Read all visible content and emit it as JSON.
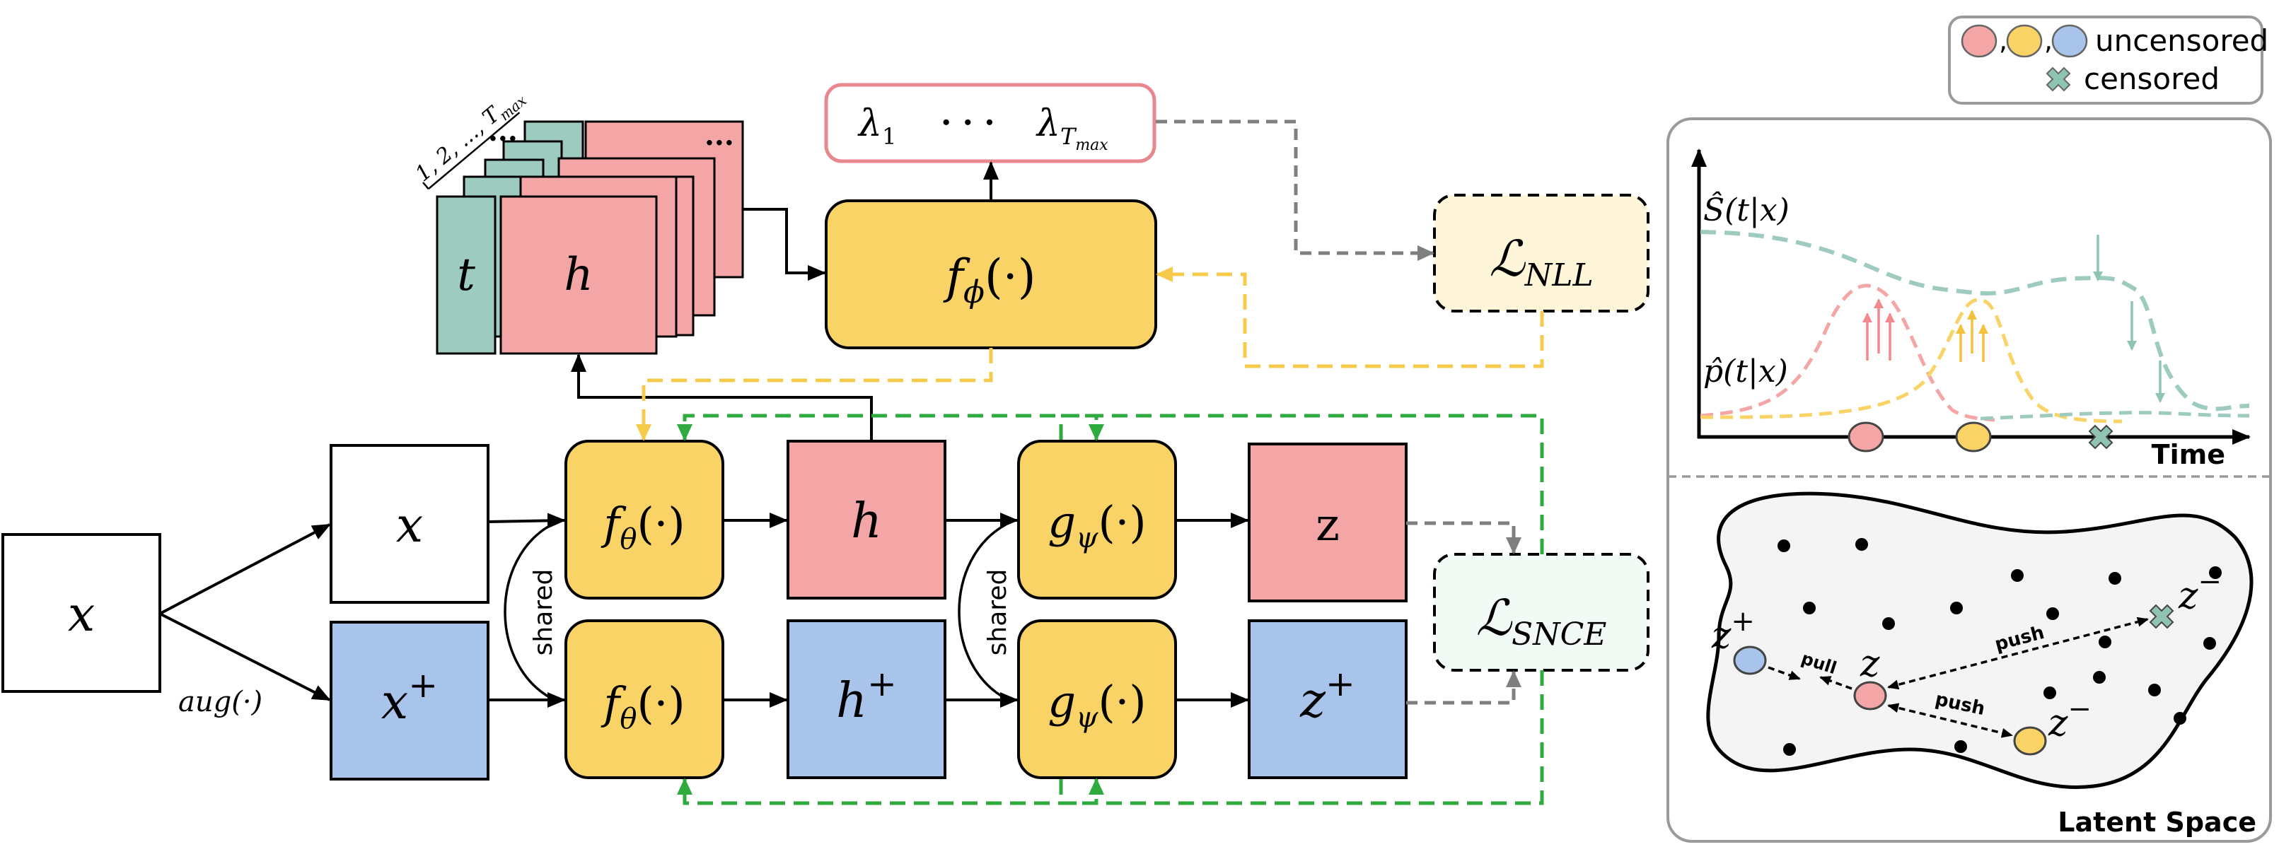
{
  "colors": {
    "pink": "#F4A6A6",
    "pink_stroke": "#E8878C",
    "yellow": "#F9D366",
    "blue": "#A8C4EB",
    "teal": "#9ECBBF",
    "teal_marker": "#8FC4B4",
    "loss_fill": "#FFF6D9",
    "loss_fill2": "#F2FAF6",
    "green_arrow": "#2EAA3F",
    "yellow_arrow": "#F6CB4C",
    "gray_arrow": "#7F7F7F",
    "latent_fill": "#F4F4F4"
  },
  "legend": {
    "uncensored": "uncensored",
    "censored": "censored",
    "comma1": ",",
    "comma2": ","
  },
  "stack": {
    "ticks_label": "1, 2, ..., T",
    "ticks_sub": "max",
    "t_label": "t",
    "h_label": "h",
    "dots_back": "···",
    "dots_mid": "···"
  },
  "lambda_box": {
    "lambda": "λ",
    "sub1": "1",
    "dots": "·   ·   ·",
    "subT": "T",
    "subT2": "max"
  },
  "nodes": {
    "f_phi": {
      "f": "f",
      "sub": "ϕ",
      "arg": "(·)"
    },
    "x_input": "x",
    "x": "x",
    "x_plus": "x",
    "plus": "+",
    "f_theta": {
      "f": "f",
      "sub": "θ",
      "arg": "(·)"
    },
    "h": "h",
    "h_plus": "h",
    "g_psi": {
      "g": "g",
      "sub": "ψ",
      "arg": "(·)"
    },
    "z": "z",
    "z_plus": "z",
    "shared": "shared",
    "aug": "aug(·)"
  },
  "losses": {
    "nll": {
      "main": "ℒ",
      "sub": "NLL"
    },
    "snce": {
      "main": "ℒ",
      "sub": "SNCE"
    }
  },
  "survival_plot": {
    "s_hat": "Ŝ(t|x)",
    "p_hat": "p̂(t|x)",
    "time_label": "Time"
  },
  "latent": {
    "z_plus": "z",
    "z": "z",
    "z_minus1": "z",
    "z_minus2": "z",
    "plus": "+",
    "minus": "−",
    "pull": "pull",
    "push1": "push",
    "push2": "push",
    "title": "Latent Space"
  }
}
